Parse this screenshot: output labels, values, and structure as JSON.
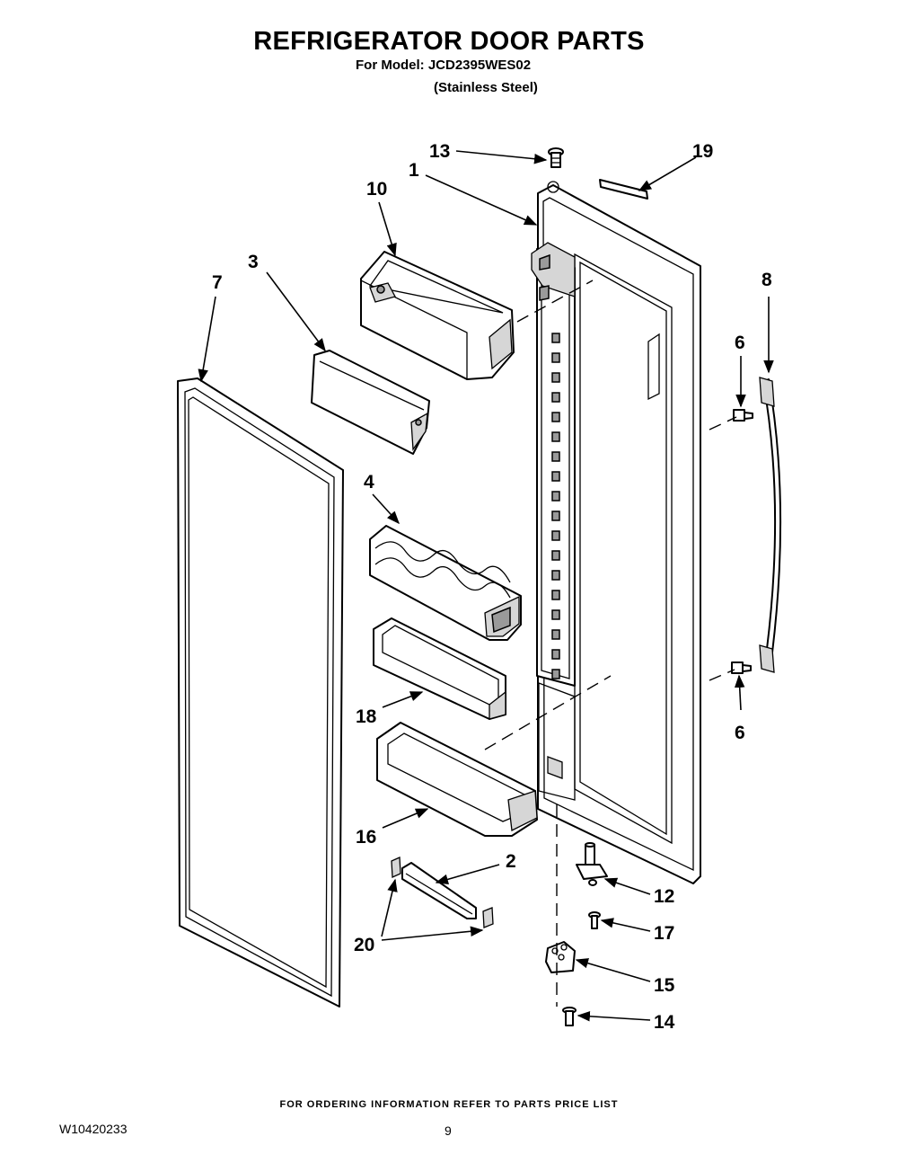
{
  "header": {
    "title": "REFRIGERATOR DOOR PARTS",
    "model_line": "For Model: JCD2395WES02",
    "finish_line": "(Stainless Steel)"
  },
  "callouts": {
    "c1": "1",
    "c2": "2",
    "c3": "3",
    "c4": "4",
    "c6a": "6",
    "c6b": "6",
    "c7": "7",
    "c8": "8",
    "c10": "10",
    "c12": "12",
    "c13": "13",
    "c14": "14",
    "c15": "15",
    "c16": "16",
    "c17": "17",
    "c18": "18",
    "c19": "19",
    "c20": "20"
  },
  "footer": {
    "ordering_note": "FOR ORDERING INFORMATION REFER TO PARTS PRICE LIST",
    "doc_number": "W10420233",
    "page_number": "9"
  }
}
